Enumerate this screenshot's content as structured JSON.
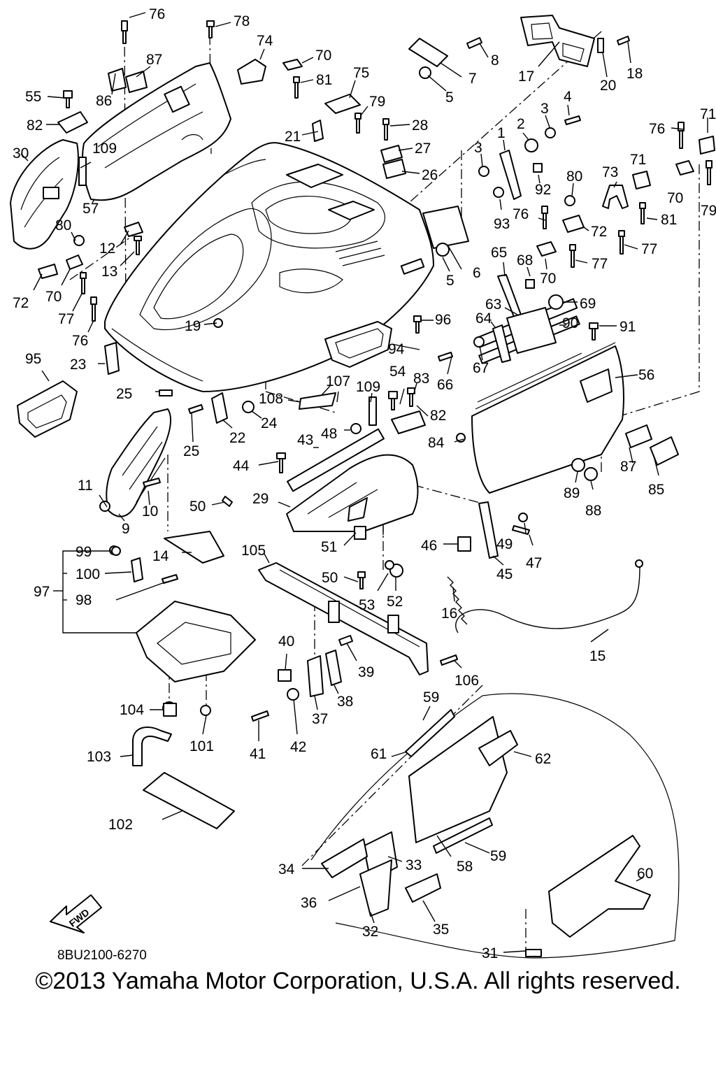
{
  "diagram": {
    "code": "8BU2100-6270",
    "copyright": "©2013 Yamaha Motor Corporation, U.S.A. All rights reserved.",
    "fwd_label": "FWD",
    "callouts": {
      "c1": "1",
      "c2": "2",
      "c3a": "3",
      "c3b": "3",
      "c4": "4",
      "c5a": "5",
      "c5b": "5",
      "c6": "6",
      "c7": "7",
      "c8": "8",
      "c9": "9",
      "c10": "10",
      "c11": "11",
      "c12": "12",
      "c13": "13",
      "c14": "14",
      "c15": "15",
      "c16": "16",
      "c17": "17",
      "c18": "18",
      "c19": "19",
      "c20": "20",
      "c21": "21",
      "c22": "22",
      "c23": "23",
      "c24": "24",
      "c25a": "25",
      "c25b": "25",
      "c26": "26",
      "c27": "27",
      "c28": "28",
      "c29": "29",
      "c30": "30",
      "c31": "31",
      "c32": "32",
      "c33": "33",
      "c34": "34",
      "c35": "35",
      "c36": "36",
      "c37": "37",
      "c38": "38",
      "c39": "39",
      "c40": "40",
      "c41": "41",
      "c42": "42",
      "c43": "43",
      "c44": "44",
      "c45": "45",
      "c46": "46",
      "c47": "47",
      "c48": "48",
      "c49": "49",
      "c50a": "50",
      "c50b": "50",
      "c51": "51",
      "c52": "52",
      "c53": "53",
      "c54": "54",
      "c55": "55",
      "c56": "56",
      "c57": "57",
      "c58": "58",
      "c59a": "59",
      "c59b": "59",
      "c60": "60",
      "c61": "61",
      "c62": "62",
      "c63": "63",
      "c64": "64",
      "c65": "65",
      "c66": "66",
      "c67": "67",
      "c68": "68",
      "c69": "69",
      "c70a": "70",
      "c70b": "70",
      "c70c": "70",
      "c70d": "70",
      "c71a": "71",
      "c71b": "71",
      "c72a": "72",
      "c72b": "72",
      "c73": "73",
      "c74": "74",
      "c75": "75",
      "c76a": "76",
      "c76b": "76",
      "c76c": "76",
      "c76d": "76",
      "c77a": "77",
      "c77b": "77",
      "c77c": "77",
      "c78": "78",
      "c79a": "79",
      "c79b": "79",
      "c80a": "80",
      "c80b": "80",
      "c81a": "81",
      "c81b": "81",
      "c82a": "82",
      "c82b": "82",
      "c83": "83",
      "c84": "84",
      "c85": "85",
      "c86": "86",
      "c87a": "87",
      "c87b": "87",
      "c88": "88",
      "c89": "89",
      "c90": "90",
      "c91": "91",
      "c92": "92",
      "c93": "93",
      "c94": "94",
      "c95": "95",
      "c96": "96",
      "c97": "97",
      "c98": "98",
      "c99": "99",
      "c100": "100",
      "c101": "101",
      "c102": "102",
      "c103": "103",
      "c104": "104",
      "c105": "105",
      "c106": "106",
      "c107": "107",
      "c108": "108",
      "c109a": "109",
      "c109b": "109"
    }
  }
}
